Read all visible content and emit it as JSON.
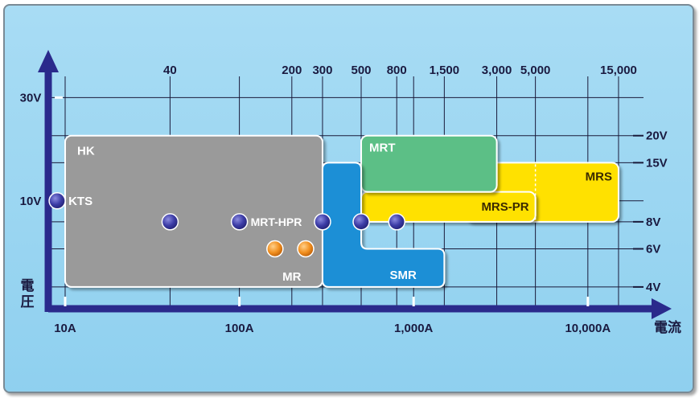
{
  "chart_data": {
    "type": "range-map",
    "x_scale": "log",
    "y_scale": "log",
    "xlim": [
      8,
      22000
    ],
    "ylim": [
      3.2,
      36
    ],
    "x_bottom_ticks": [
      {
        "value": 10,
        "label": "10A"
      },
      {
        "value": 100,
        "label": "100A"
      },
      {
        "value": 1000,
        "label": "1,000A"
      },
      {
        "value": 10000,
        "label": "10,000A"
      }
    ],
    "x_top_ticks": [
      {
        "value": 40,
        "label": "40"
      },
      {
        "value": 200,
        "label": "200"
      },
      {
        "value": 300,
        "label": "300"
      },
      {
        "value": 500,
        "label": "500"
      },
      {
        "value": 800,
        "label": "800"
      },
      {
        "value": 1500,
        "label": "1,500"
      },
      {
        "value": 3000,
        "label": "3,000"
      },
      {
        "value": 5000,
        "label": "5,000"
      },
      {
        "value": 15000,
        "label": "15,000"
      }
    ],
    "y_left_ticks": [
      {
        "value": 10,
        "label": "10V"
      },
      {
        "value": 30,
        "label": "30V"
      }
    ],
    "y_right_ticks": [
      {
        "value": 4,
        "label": "4V"
      },
      {
        "value": 6,
        "label": "6V"
      },
      {
        "value": 8,
        "label": "8V"
      },
      {
        "value": 15,
        "label": "15V"
      },
      {
        "value": 20,
        "label": "20V"
      }
    ],
    "xlabel": "電流",
    "ylabel": "電圧",
    "regions": [
      {
        "name": "HK",
        "x": [
          10,
          300
        ],
        "y": [
          4,
          20
        ],
        "color": "#9a9a9a"
      },
      {
        "name": "MRS",
        "x": [
          2000,
          15000
        ],
        "y": [
          8,
          15
        ],
        "color": "#ffe100"
      },
      {
        "name": "MRS-PR",
        "x": [
          500,
          5000
        ],
        "y": [
          8,
          11
        ],
        "color": "#ffe100"
      },
      {
        "name": "MRT",
        "x": [
          500,
          3000
        ],
        "y": [
          11,
          20
        ],
        "color": "#5cbf86"
      },
      {
        "name": "SMR",
        "x": [
          300,
          1500
        ],
        "y": [
          4,
          15
        ],
        "notch": [
          [
            500,
            6
          ]
        ],
        "color": "#1b8fd6"
      }
    ],
    "points": [
      {
        "name": "KTS",
        "x": 9,
        "y": 10,
        "color": "#3a3a9c"
      },
      {
        "x": 40,
        "y": 8,
        "color": "#3a3a9c"
      },
      {
        "name": "MRT-HPR",
        "x": 100,
        "y": 8,
        "color": "#3a3a9c"
      },
      {
        "x": 300,
        "y": 8,
        "color": "#3a3a9c"
      },
      {
        "x": 500,
        "y": 8,
        "color": "#3a3a9c"
      },
      {
        "x": 800,
        "y": 8,
        "color": "#3a3a9c"
      },
      {
        "name": "MR",
        "x": 160,
        "y": 6,
        "color": "#f08a1a"
      },
      {
        "x": 240,
        "y": 6,
        "color": "#f08a1a"
      }
    ],
    "grid": true
  }
}
